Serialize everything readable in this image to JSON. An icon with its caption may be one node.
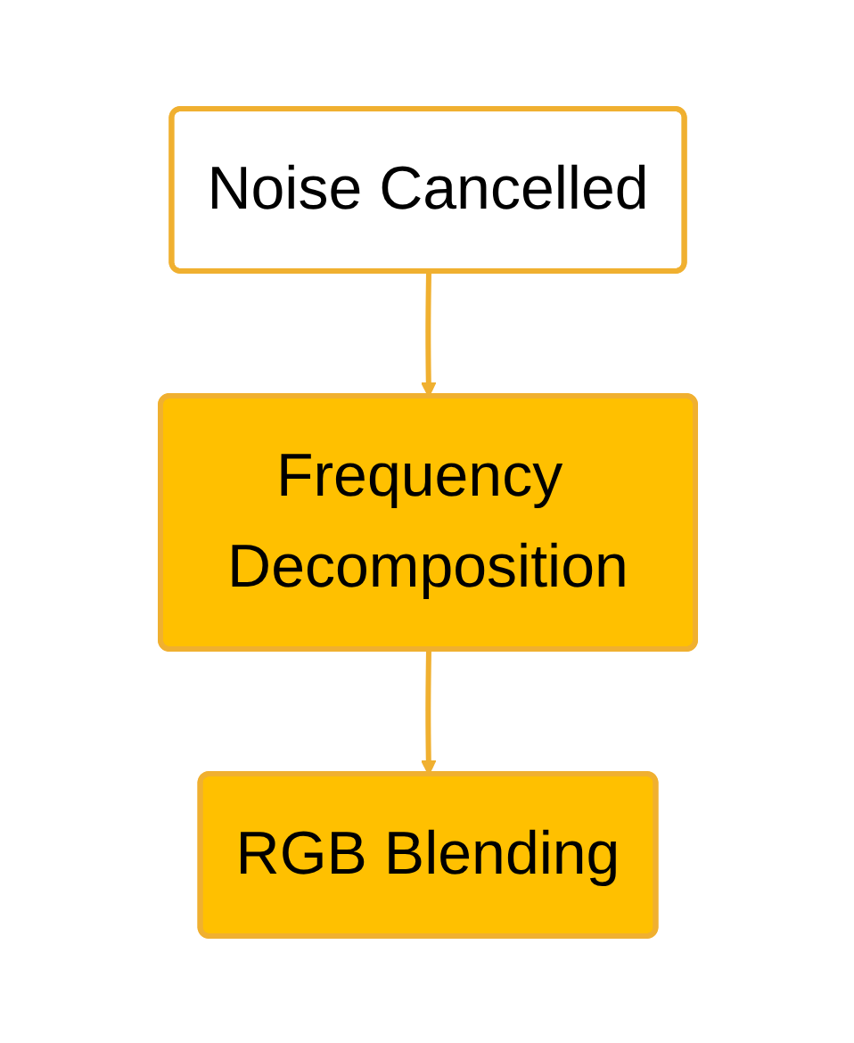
{
  "diagram": {
    "nodes": [
      {
        "text": [
          "Noise Cancelled"
        ]
      },
      {
        "text": [
          "Frequency Decomposition"
        ]
      },
      {
        "text": [
          "RGB Blending"
        ]
      }
    ],
    "edges": [
      {
        "from": 0,
        "to": 1,
        "arrow": "to"
      },
      {
        "from": 1,
        "to": 2,
        "arrow": "to"
      }
    ]
  }
}
